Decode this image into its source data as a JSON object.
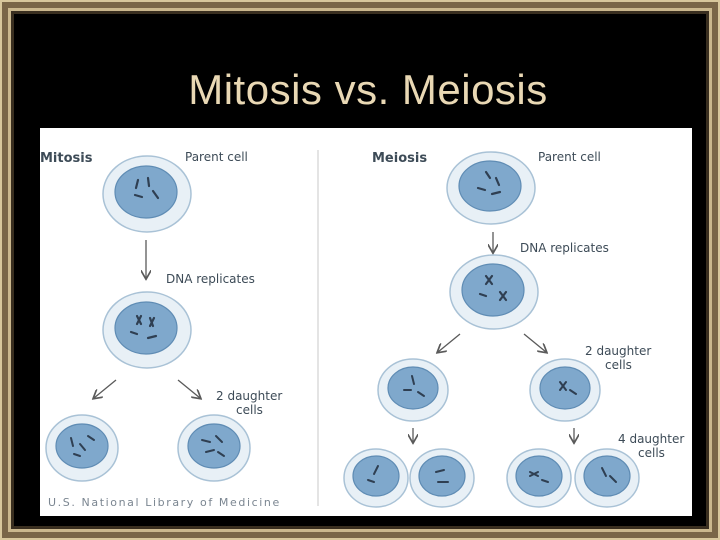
{
  "slide": {
    "title": "Mitosis vs. Meiosis"
  },
  "diagram": {
    "mitosis": {
      "heading": "Mitosis",
      "parent_label": "Parent cell",
      "replicate_label": "DNA replicates",
      "daughters_label_line1": "2 daughter",
      "daughters_label_line2": "cells"
    },
    "meiosis": {
      "heading": "Meiosis",
      "parent_label": "Parent cell",
      "replicate_label": "DNA replicates",
      "two_daughters_line1": "2 daughter",
      "two_daughters_line2": "cells",
      "four_daughters_line1": "4 daughter",
      "four_daughters_line2": "cells"
    },
    "credit": "U.S. National Library of Medicine",
    "colors": {
      "cell_membrane": "#e8f0f6",
      "cell_outline": "#a9c2d6",
      "nucleus": "#7fa8cc",
      "nucleus_outline": "#5f8cb4",
      "chromosome": "#2f3f52",
      "arrow": "#5a5a5a",
      "divider": "#c9c9c9"
    }
  }
}
